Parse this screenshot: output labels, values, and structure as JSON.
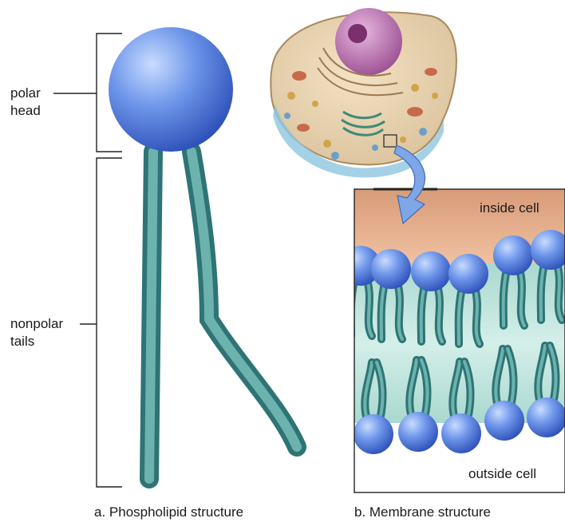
{
  "labels": {
    "polar_head_line1": "polar",
    "polar_head_line2": "head",
    "nonpolar_tails_line1": "nonpolar",
    "nonpolar_tails_line2": "tails",
    "inside_cell": "inside cell",
    "outside_cell": "outside cell"
  },
  "captions": {
    "a": "a. Phospholipid structure",
    "b": "b. Membrane structure"
  },
  "colors": {
    "head_blue": "#4a78d8",
    "tail_teal": "#5fa8a8",
    "inside_fill": "#e8b090",
    "interior_fill": "#bfe3dc",
    "outside_fill": "#ffffff"
  }
}
